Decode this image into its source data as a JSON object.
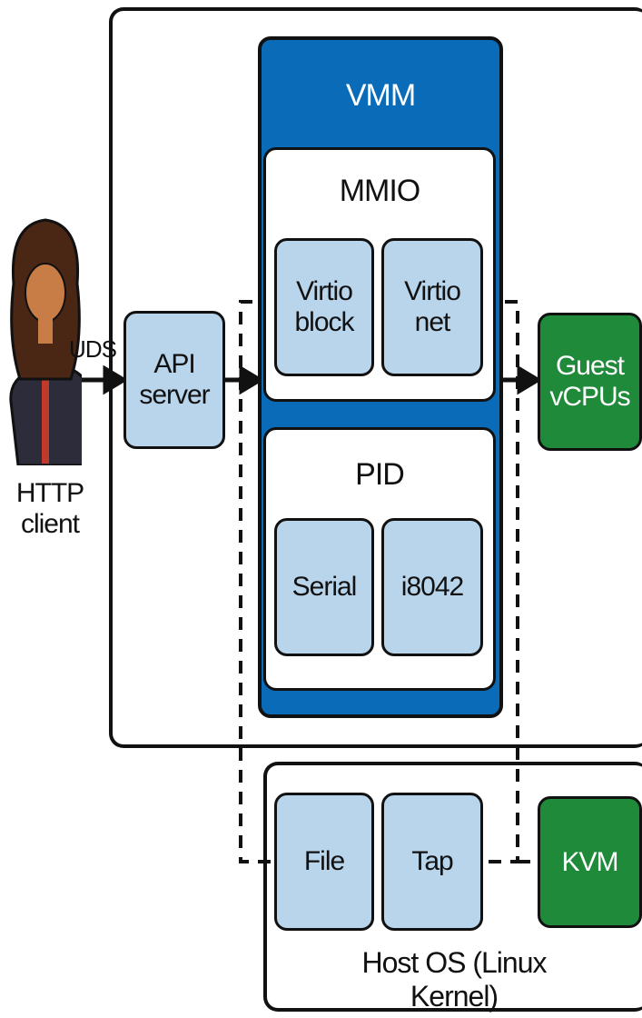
{
  "http_client": {
    "label": "HTTP client",
    "icon": "person-icon"
  },
  "uds_label": "UDS",
  "api_server": "API server",
  "vmm": {
    "title": "VMM",
    "color": "#0a6bb8",
    "mmio": {
      "title": "MMIO",
      "devices": [
        "Virtio block",
        "Virtio net"
      ]
    },
    "pid": {
      "title": "PID",
      "devices": [
        "Serial",
        "i8042"
      ]
    }
  },
  "guest_vcpus": "Guest vCPUs",
  "host_os": {
    "title": "Host OS (Linux Kernel)",
    "items": [
      "File",
      "Tap"
    ]
  },
  "kvm": "KVM",
  "colors": {
    "light_box": "#b9d5ec",
    "green_box": "#1e8a3a",
    "vmm_blue": "#0a6bb8"
  }
}
